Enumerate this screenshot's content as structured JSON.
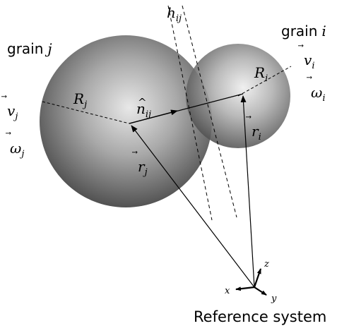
{
  "grains": {
    "j": {
      "label": "grain",
      "label_index": "j",
      "radius": "R",
      "radius_sub": "j",
      "velocity": "v",
      "velocity_sub": "j",
      "angular_velocity": "ω",
      "angular_velocity_sub": "j",
      "position": "r",
      "position_sub": "j"
    },
    "i": {
      "label": "grain",
      "label_index": "i",
      "radius": "R",
      "radius_sub": "i",
      "velocity": "v",
      "velocity_sub": "i",
      "angular_velocity": "ω",
      "angular_velocity_sub": "i",
      "position": "r",
      "position_sub": "i"
    }
  },
  "overlap": {
    "symbol": "h",
    "sub": "ij"
  },
  "normal": {
    "symbol": "n",
    "hat": "^",
    "sub": "ij"
  },
  "vector_arrow": "⃗",
  "reference": {
    "label": "Reference system",
    "axes": [
      "x",
      "y",
      "z"
    ]
  },
  "colors": {
    "sphere_light": "#e6e6e6",
    "sphere_dark": "#4a4a4a",
    "lines": "#000000"
  }
}
